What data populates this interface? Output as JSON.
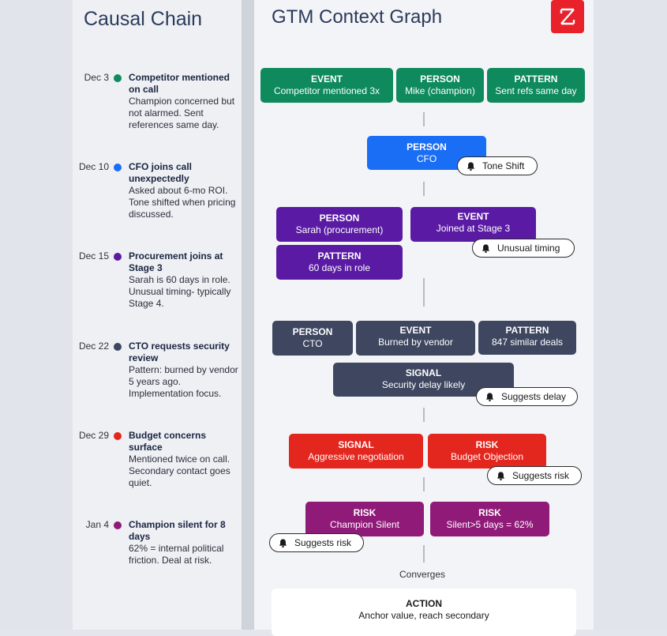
{
  "left": {
    "title": "Causal Chain",
    "events": [
      {
        "date": "Dec 3",
        "color": "#0e8a5c",
        "title": "Competitor mentioned on call",
        "desc": "Champion concerned but not alarmed. Sent references same day."
      },
      {
        "date": "Dec 10",
        "color": "#1a6ef5",
        "title": "CFO joins call unexpectedly",
        "desc": "Asked about 6-mo ROI. Tone shifted when pricing discussed."
      },
      {
        "date": "Dec 15",
        "color": "#5a1aa3",
        "title": "Procurement joins at Stage 3",
        "desc": "Sarah is 60 days in role. Unusual timing- typically Stage 4."
      },
      {
        "date": "Dec 22",
        "color": "#3e4660",
        "title": "CTO requests security review",
        "desc": "Pattern: burned by vendor 5 years ago. Implementation focus."
      },
      {
        "date": "Dec 29",
        "color": "#e3261e",
        "title": "Budget concerns surface",
        "desc": "Mentioned twice on call. Secondary contact goes quiet."
      },
      {
        "date": "Jan 4",
        "color": "#8f1a77",
        "title": "Champion silent for 8 days",
        "desc": "62% = internal political friction. Deal at risk."
      }
    ]
  },
  "graph": {
    "title": "GTM Context Graph",
    "nodes": {
      "n1": {
        "type": "EVENT",
        "label": "Competitor mentioned 3x"
      },
      "n2": {
        "type": "PERSON",
        "label": "Mike (champion)"
      },
      "n3": {
        "type": "PATTERN",
        "label": "Sent refs same day"
      },
      "n4": {
        "type": "PERSON",
        "label": "CFO"
      },
      "n5": {
        "type": "PERSON",
        "label": "Sarah (procurement)"
      },
      "n6": {
        "type": "EVENT",
        "label": "Joined at Stage 3"
      },
      "n7": {
        "type": "PATTERN",
        "label": "60 days in role"
      },
      "n8": {
        "type": "PERSON",
        "label": "CTO"
      },
      "n9": {
        "type": "EVENT",
        "label": "Burned by vendor"
      },
      "n10": {
        "type": "PATTERN",
        "label": "847 similar deals"
      },
      "n11": {
        "type": "SIGNAL",
        "label": "Security delay likely"
      },
      "n12": {
        "type": "SIGNAL",
        "label": "Aggressive negotiation"
      },
      "n13": {
        "type": "RISK",
        "label": "Budget Objection"
      },
      "n14": {
        "type": "RISK",
        "label": "Champion Silent"
      },
      "n15": {
        "type": "RISK",
        "label": "Silent>5 days = 62%"
      }
    },
    "pills": {
      "p1": "Tone Shift",
      "p2": "Unusual timing",
      "p3": "Suggests delay",
      "p4": "Suggests risk",
      "p5": "Suggests risk"
    },
    "converges": "Converges",
    "action": {
      "type": "ACTION",
      "label": "Anchor value, reach secondary"
    }
  },
  "icons": {
    "logo": "zoominfo-logo-icon",
    "pill": "bell-icon"
  },
  "colors": {
    "green": "#0e8a5c",
    "blue": "#1a6ef5",
    "purple": "#5a1aa3",
    "slate": "#3e4660",
    "red": "#e3261e",
    "magenta": "#8f1a77"
  }
}
